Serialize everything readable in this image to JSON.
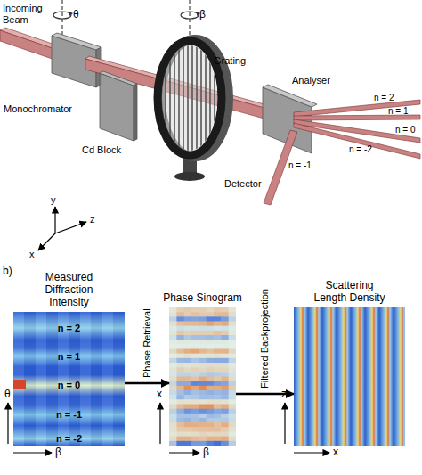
{
  "diagram": {
    "nodes": [
      {
        "text": [
          "Measured Diffraction Intensity",
          "n = 2",
          "n = 1",
          "n = 0",
          "n = -1",
          "n = -2"
        ]
      },
      {
        "text": [
          "Phase Sinogram"
        ]
      },
      {
        "text": [
          "Scattering Length Density"
        ]
      }
    ],
    "edges": [
      {
        "from": 0,
        "to": 1,
        "label": "Phase Retrieval",
        "arrow": "to"
      },
      {
        "from": 1,
        "to": 2,
        "label": "Filtered Backprojection",
        "arrow": "to"
      }
    ],
    "labels": [
      "Incoming Beam",
      "θ",
      "β",
      "Monochromator",
      "Cd Block",
      "Grating",
      "Analyser",
      "n = 2",
      "n = 1",
      "n = -2",
      "n = 0",
      "n = -1",
      "Detector",
      "y",
      "z",
      "x",
      "b)",
      "θ",
      "β",
      "x",
      "β",
      "z",
      "x"
    ]
  }
}
